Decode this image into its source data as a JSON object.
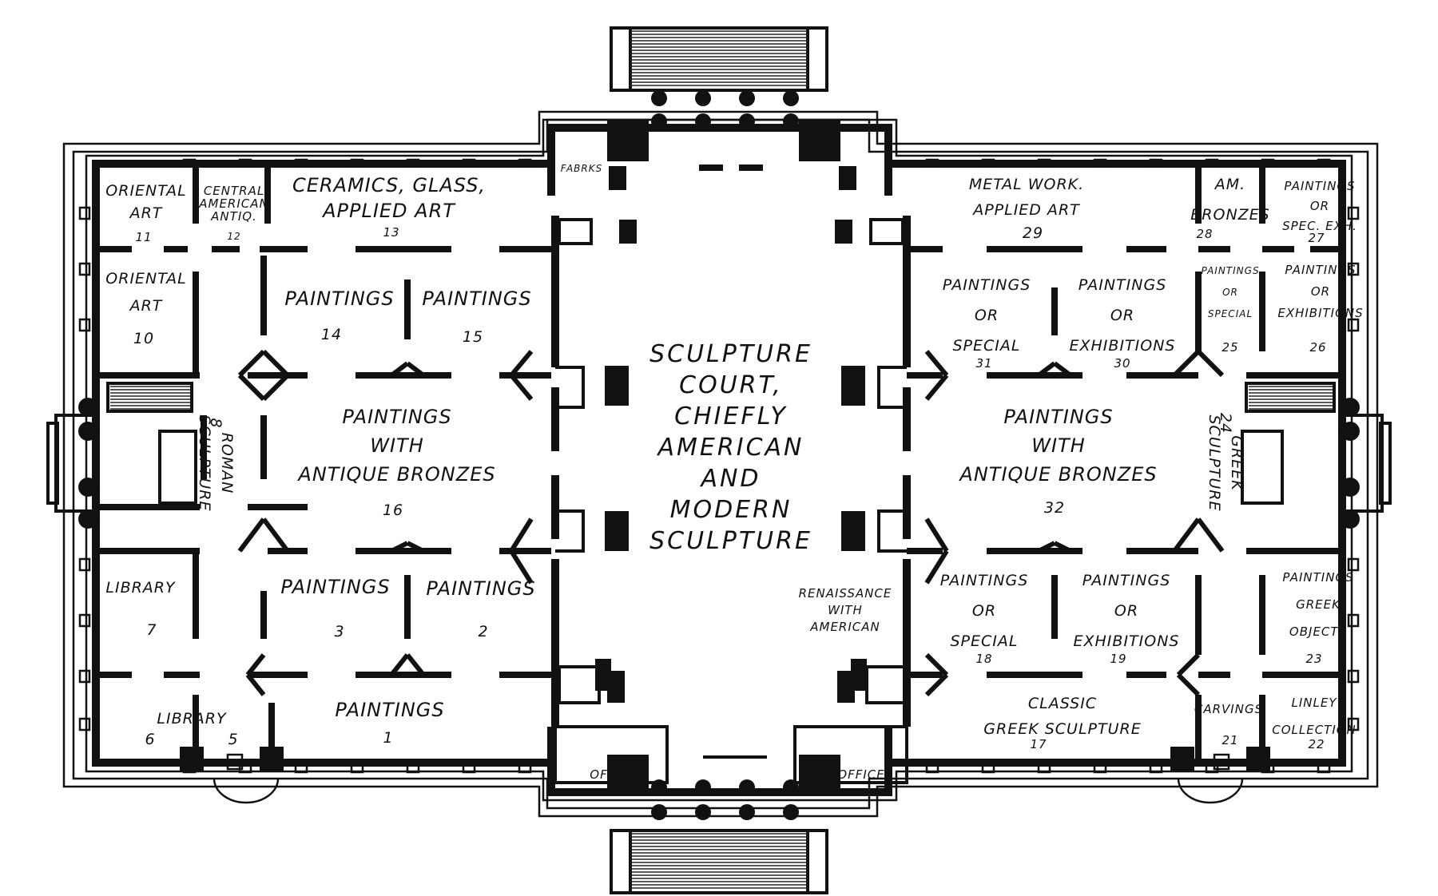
{
  "rooms": {
    "r11": {
      "name": "ORIENTAL\nART",
      "number": "11"
    },
    "r12": {
      "name": "CENTRAL\nAMERICAN\nANTIQ.",
      "number": "12"
    },
    "r13": {
      "name": "CERAMICS, GLASS,\nAPPLIED ART",
      "number": "13"
    },
    "r10": {
      "name": "ORIENTAL\nART",
      "number": "10"
    },
    "r14": {
      "name": "PAINTINGS",
      "number": "14"
    },
    "r15": {
      "name": "PAINTINGS",
      "number": "15"
    },
    "r8": {
      "name": "ROMAN\nSCULPTURE",
      "number": "8"
    },
    "r16": {
      "name": "PAINTINGS\nWITH\nANTIQUE BRONZES",
      "number": "16"
    },
    "r7": {
      "name": "LIBRARY",
      "number": "7"
    },
    "r3": {
      "name": "PAINTINGS",
      "number": "3"
    },
    "r2": {
      "name": "PAINTINGS",
      "number": "2"
    },
    "r65": {
      "name": "LIBRARY",
      "number_a": "6",
      "number_b": "5"
    },
    "r1": {
      "name": "PAINTINGS",
      "number": "1"
    },
    "court": {
      "name": "SCULPTURE\nCOURT,\nCHIEFLY\nAMERICAN\nAND\nMODERN\nSCULPTURE"
    },
    "renaissance": {
      "name": "RENAISSANCE\nWITH\nAMERICAN"
    },
    "fabrks": {
      "name": "FABRKS"
    },
    "office_left": {
      "name": "OFFICE"
    },
    "office_right": {
      "name": "OFFICE"
    },
    "r29": {
      "name": "METAL WORK.\nAPPLIED ART",
      "number": "29"
    },
    "r28": {
      "name": "AM.\nBRONZES",
      "number": "28"
    },
    "r27": {
      "name": "PAINTINGS\nOR\nSPEC. EXH.",
      "number": "27"
    },
    "r31": {
      "name": "PAINTINGS\nOR\nSPECIAL",
      "number": "31"
    },
    "r30": {
      "name": "PAINTINGS\nOR\nEXHIBITIONS",
      "number": "30"
    },
    "r25": {
      "name": "PAINTINGS\nOR\nSPECIAL",
      "number": "25"
    },
    "r26": {
      "name": "PAINTINGS\nOR\nEXHIBITIONS",
      "number": "26"
    },
    "r32": {
      "name": "PAINTINGS\nWITH\nANTIQUE BRONZES",
      "number": "32"
    },
    "r24": {
      "name": "GREEK\nSCULPTURE",
      "number": "24"
    },
    "r18": {
      "name": "PAINTINGS\nOR\nSPECIAL",
      "number": "18"
    },
    "r19": {
      "name": "PAINTINGS\nOR\nEXHIBITIONS",
      "number": "19"
    },
    "r23": {
      "name": "PAINTINGS\nGREEK\nOBJECTS",
      "number": "23"
    },
    "r17": {
      "name": "CLASSIC\nGREEK SCULPTURE",
      "number": "17"
    },
    "r21": {
      "name": "CARVINGS",
      "number": "21"
    },
    "r22": {
      "name": "LINLEY\nCOLLECTION",
      "number": "22"
    }
  }
}
